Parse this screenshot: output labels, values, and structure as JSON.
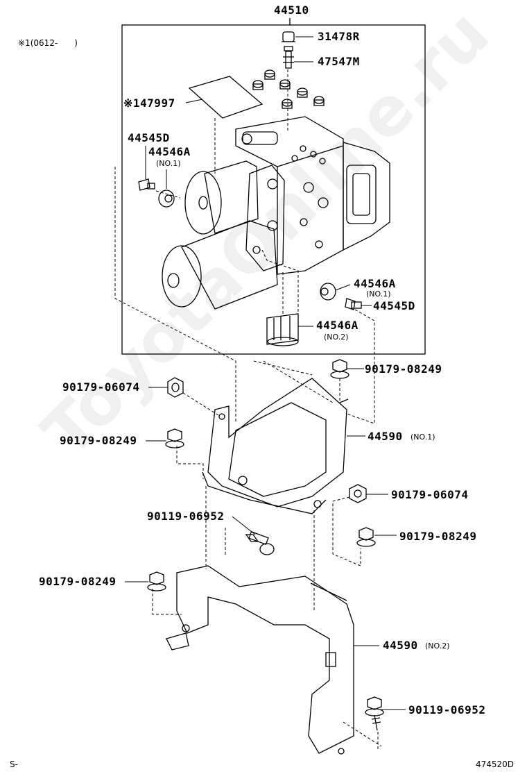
{
  "header": {
    "assembly_no": "44510",
    "note": "※1(0612-　　)"
  },
  "parts": [
    {
      "id": "31478R"
    },
    {
      "id": "47547M"
    },
    {
      "id": "※147997"
    },
    {
      "id": "44545D"
    },
    {
      "id": "44546A",
      "sub": "(NO.1)"
    },
    {
      "id": "44546A",
      "sub": "(NO.1)"
    },
    {
      "id": "44545D"
    },
    {
      "id": "44546A",
      "sub": "(NO.2)"
    },
    {
      "id": "90179-08249"
    },
    {
      "id": "90179-06074"
    },
    {
      "id": "44590",
      "sub": "(NO.1)"
    },
    {
      "id": "90179-08249"
    },
    {
      "id": "90179-06074"
    },
    {
      "id": "90119-06952"
    },
    {
      "id": "90179-08249"
    },
    {
      "id": "90179-08249"
    },
    {
      "id": "44590",
      "sub": "(NO.2)"
    },
    {
      "id": "90119-06952"
    }
  ],
  "footer": {
    "left": "S-",
    "right": "474520D"
  },
  "watermark": "ToyotaOnline.ru"
}
